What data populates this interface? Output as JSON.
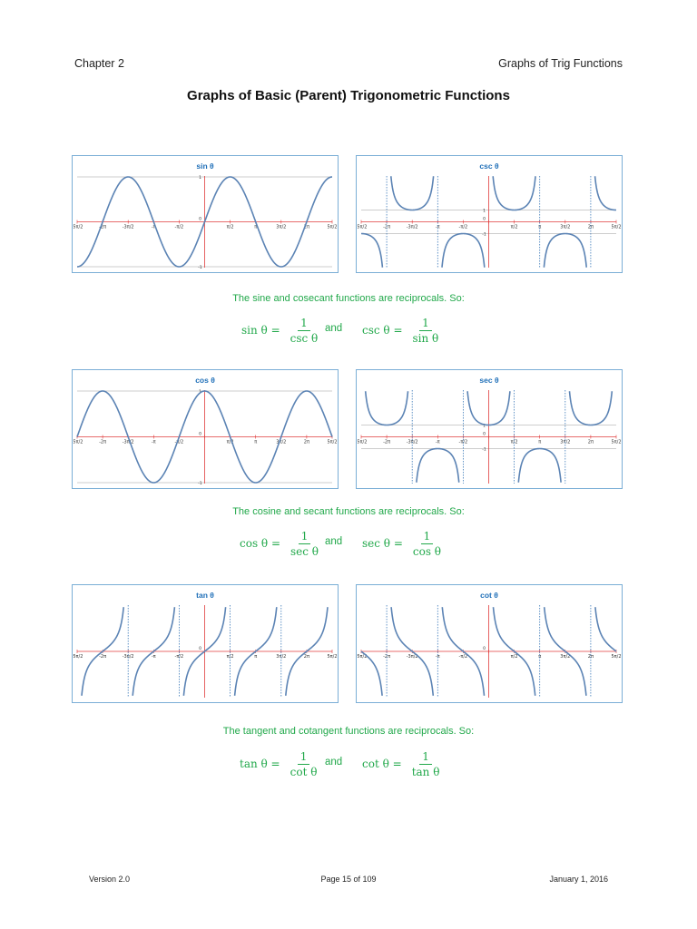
{
  "header": {
    "chapter": "Chapter 2",
    "section": "Graphs of Trig Functions"
  },
  "title": "Graphs of Basic (Parent) Trigonometric Functions",
  "axis_ticks": [
    "-5π/2",
    "-2π",
    "-3π/2",
    "-π",
    "-π/2",
    "0",
    "π/2",
    "π",
    "3π/2",
    "2π",
    "5π/2"
  ],
  "colors": {
    "curve": "#5b83b4",
    "asymptote": "#3a78b8",
    "axis": "#e03c3c",
    "grid": "#bdbdbd",
    "caption": "#21a84a",
    "panel_title": "#1f6fb8",
    "border": "#7aaed6"
  },
  "charts": {
    "sin": {
      "title": "sin θ",
      "fn": "sin",
      "ylabels": [
        "1",
        "0",
        "-1"
      ]
    },
    "csc": {
      "title": "csc θ",
      "fn": "csc",
      "ylabels": [
        "1",
        "0",
        "-1"
      ]
    },
    "cos": {
      "title": "cos θ",
      "fn": "cos",
      "ylabels": [
        "1",
        "0",
        "-1"
      ]
    },
    "sec": {
      "title": "sec θ",
      "fn": "sec",
      "ylabels": [
        "1",
        "0",
        "-1"
      ]
    },
    "tan": {
      "title": "tan θ",
      "fn": "tan",
      "ylabels": [
        "0"
      ]
    },
    "cot": {
      "title": "cot θ",
      "fn": "cot",
      "ylabels": [
        "0"
      ]
    }
  },
  "chart_data": [
    {
      "type": "line",
      "title": "sin θ",
      "x_ticks": [
        "-5π/2",
        "-2π",
        "-3π/2",
        "-π",
        "-π/2",
        "0",
        "π/2",
        "π",
        "3π/2",
        "2π",
        "5π/2"
      ],
      "xlim": [
        -7.85,
        7.85
      ],
      "ylim": [
        -1,
        1
      ]
    },
    {
      "type": "line",
      "title": "csc θ",
      "x_ticks": [
        "-5π/2",
        "-2π",
        "-3π/2",
        "-π",
        "-π/2",
        "0",
        "π/2",
        "π",
        "3π/2",
        "2π",
        "5π/2"
      ],
      "xlim": [
        -7.85,
        7.85
      ]
    },
    {
      "type": "line",
      "title": "cos θ",
      "x_ticks": [
        "-5π/2",
        "-2π",
        "-3π/2",
        "-π",
        "-π/2",
        "0",
        "π/2",
        "π",
        "3π/2",
        "2π",
        "5π/2"
      ],
      "xlim": [
        -7.85,
        7.85
      ],
      "ylim": [
        -1,
        1
      ]
    },
    {
      "type": "line",
      "title": "sec θ",
      "x_ticks": [
        "-5π/2",
        "-2π",
        "-3π/2",
        "-π",
        "-π/2",
        "0",
        "π/2",
        "π",
        "3π/2",
        "2π",
        "5π/2"
      ],
      "xlim": [
        -7.85,
        7.85
      ]
    },
    {
      "type": "line",
      "title": "tan θ",
      "x_ticks": [
        "-5π/2",
        "-2π",
        "-3π/2",
        "-π",
        "-π/2",
        "0",
        "π/2",
        "π",
        "3π/2",
        "2π",
        "5π/2"
      ],
      "xlim": [
        -7.85,
        7.85
      ]
    },
    {
      "type": "line",
      "title": "cot θ",
      "x_ticks": [
        "-5π/2",
        "-2π",
        "-3π/2",
        "-π",
        "-π/2",
        "0",
        "π/2",
        "π",
        "3π/2",
        "2π",
        "5π/2"
      ],
      "xlim": [
        -7.85,
        7.85
      ]
    }
  ],
  "captions": {
    "sin_csc": "The sine and cosecant functions are reciprocals.  So:",
    "cos_sec": "The cosine and secant functions are reciprocals.  So:",
    "tan_cot": "The tangent and cotangent functions are reciprocals.  So:"
  },
  "formulas": {
    "and": "and",
    "sin_csc": {
      "l1": "sin θ =",
      "n1": "1",
      "d1": "csc θ",
      "l2": "csc θ =",
      "n2": "1",
      "d2": "sin θ"
    },
    "cos_sec": {
      "l1": "cos θ =",
      "n1": "1",
      "d1": "sec θ",
      "l2": "sec θ =",
      "n2": "1",
      "d2": "cos θ"
    },
    "tan_cot": {
      "l1": "tan θ =",
      "n1": "1",
      "d1": "cot θ",
      "l2": "cot θ =",
      "n2": "1",
      "d2": "tan θ"
    }
  },
  "footer": {
    "version": "Version 2.0",
    "page": "Page 15 of 109",
    "date": "January 1, 2016"
  }
}
